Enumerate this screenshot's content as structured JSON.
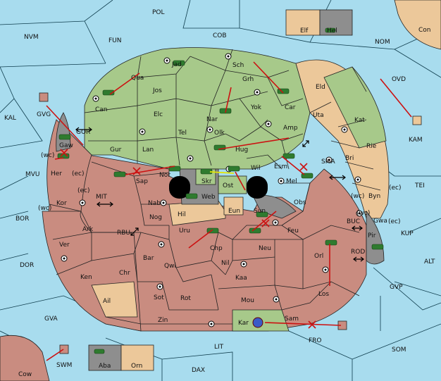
{
  "map": {
    "sea_labels": {
      "POL": "POL",
      "NVM": "NVM",
      "FUN": "FUN",
      "COB": "COB",
      "NOM": "NOM",
      "OVD": "OVD",
      "KAL": "KAL",
      "MVU": "MVU",
      "BOR": "BOR",
      "DOR": "DOR",
      "GVA": "GVA",
      "LIT": "LIT",
      "DAX": "DAX",
      "SOM": "SOM",
      "GVP": "GVP",
      "ALT": "ALT",
      "KUP": "KUP",
      "TEI": "TEI",
      "SMA": "SMA",
      "GOR": "GOR",
      "MIT": "MIT",
      "RBU": "RBU",
      "BUC": "BUC",
      "ROD": "ROD",
      "FRO": "FRO",
      "SWM": "SWM"
    },
    "green_labels": {
      "Jad": "Jad",
      "Sch": "Sch",
      "Qua": "Qua",
      "Jos": "Jos",
      "Grh": "Grh",
      "Can": "Can",
      "Car": "Car",
      "Yok": "Yok",
      "Nar": "Nar",
      "Elc": "Elc",
      "Tel": "Tel",
      "Olk": "Olk",
      "Amp": "Amp",
      "Gur": "Gur",
      "Lan": "Lan",
      "Hug": "Hug",
      "Wil": "Wil",
      "Esm": "Esm",
      "Kat": "Kat",
      "Gaw": "Gaw"
    },
    "tan_labels": {
      "Elf": "Elf",
      "Con": "Con",
      "Eld": "Eld",
      "Uta": "Uta",
      "Rie": "Rie",
      "Bri": "Bri",
      "Byn": "Byn",
      "Gwa": "Gwa",
      "Hil": "Hil",
      "Eun": "Eun",
      "Ail": "Ail",
      "Orn": "Orn"
    },
    "red_labels": {
      "Her": "Her",
      "Sap": "Sap",
      "Nor": "Nor",
      "Kor": "Kor",
      "Nab": "Nab",
      "Nog": "Nog",
      "Ark": "Ark",
      "Uru": "Uru",
      "Chp": "Chp",
      "Ver": "Ver",
      "Bar": "Bar",
      "Qwi": "Qwi",
      "Nil": "Nil",
      "Ken": "Ken",
      "Chr": "Chr",
      "Kaa": "Kaa",
      "Sot": "Sot",
      "Rot": "Rot",
      "Mou": "Mou",
      "Zin": "Zin",
      "Sam": "Sam",
      "Los": "Los",
      "Orl": "Orl",
      "Obs": "Obs",
      "Mel": "Mel",
      "Feu": "Feu",
      "Neu": "Neu",
      "Sun": "Sun",
      "Cow": "Cow",
      "Ost": "Ost"
    },
    "gray_labels": {
      "Hel": "Hel",
      "GVG": "GVG",
      "KAM": "KAM",
      "Pir": "Pir",
      "Skr": "Skr",
      "Web": "Web",
      "Aba": "Aba",
      "Kar": "Kar"
    },
    "coast_labels": {
      "wc1": "(wc)",
      "ec1": "(ec)",
      "ec2": "(ec)",
      "wc2": "(wc)",
      "wc3": "(wc)",
      "ec3": "(ec)",
      "wc4": "(wc)",
      "ec4": "(ec)"
    }
  },
  "colors": {
    "sea": "#a8dcee",
    "green": "#a7c98a",
    "red": "#c98c80",
    "tan": "#ecc89a",
    "gray": "#8e8e8e",
    "order": "#cc1111",
    "support": "#e6e600"
  }
}
